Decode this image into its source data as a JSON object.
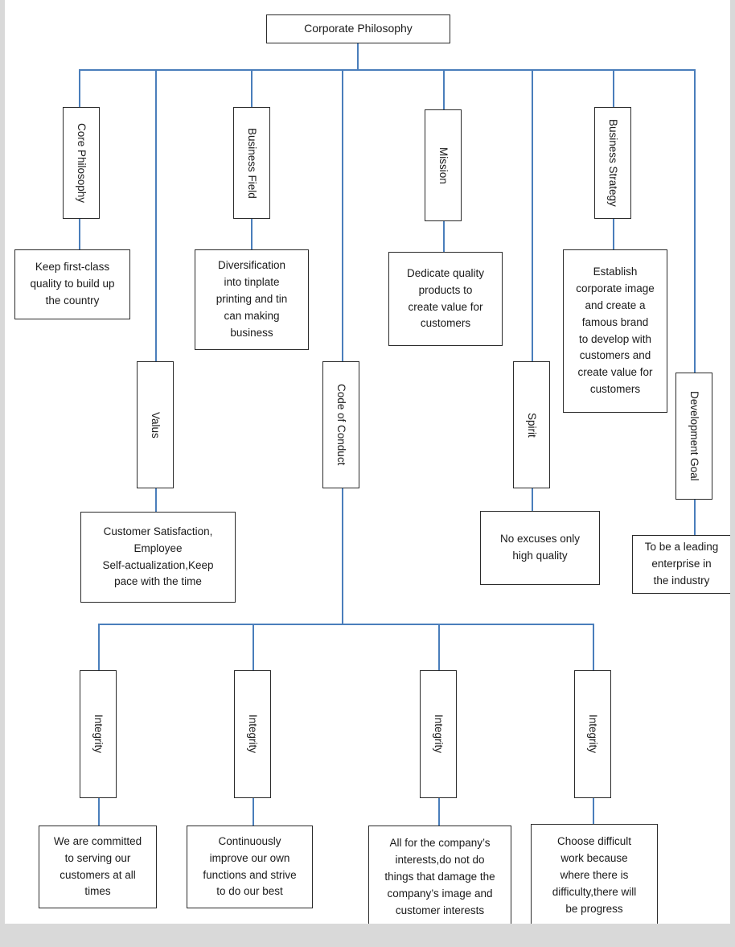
{
  "diagram": {
    "title": "Corporate Philosophy",
    "type": "organizational-hierarchy-chart",
    "line_color": "#4a7ebb",
    "box_border_color": "#2b2b2b",
    "page_background": "#ffffff",
    "root": {
      "label": "Corporate Philosophy"
    },
    "branches": [
      {
        "key": "core_philosophy",
        "label": "Core Philosophy",
        "orientation": "vertical",
        "detail": "Keep first-class\nquality to build up\nthe country"
      },
      {
        "key": "valus",
        "label": "Valus",
        "orientation": "vertical",
        "detail": "Customer Satisfaction,\nEmployee\nSelf-actualization,Keep\npace with the time"
      },
      {
        "key": "business_field",
        "label": "Business Field",
        "orientation": "vertical",
        "detail": "Diversification\ninto tinplate\nprinting and tin\ncan making\nbusiness"
      },
      {
        "key": "code_of_conduct",
        "label": "Code of Conduct",
        "orientation": "vertical",
        "detail": null
      },
      {
        "key": "mission",
        "label": "Mission",
        "orientation": "vertical",
        "detail": "Dedicate quality\nproducts to\ncreate value for\ncustomers"
      },
      {
        "key": "spirit",
        "label": "Spirit",
        "orientation": "vertical",
        "detail": "No excuses only\nhigh quality"
      },
      {
        "key": "business_strategy",
        "label": "Business Strategy",
        "orientation": "vertical",
        "detail": "Establish\ncorporate image\nand create a\nfamous brand\nto develop with\ncustomers and\ncreate value for\ncustomers"
      },
      {
        "key": "development_goal",
        "label": "Development Goal",
        "orientation": "vertical",
        "detail": "To be a leading\nenterprise in\nthe industry"
      }
    ],
    "code_of_conduct_children": [
      {
        "key": "integrity_1",
        "label": "Integrity",
        "orientation": "vertical",
        "detail": "We are committed\nto serving our\ncustomers at all\ntimes"
      },
      {
        "key": "integrity_2",
        "label": "Integrity",
        "orientation": "vertical",
        "detail": "Continuously\nimprove our own\nfunctions and strive\nto do our best"
      },
      {
        "key": "integrity_3",
        "label": "Integrity",
        "orientation": "vertical",
        "detail": "All for the company’s\ninterests,do not do\nthings that damage the\ncompany’s image and\ncustomer interests"
      },
      {
        "key": "integrity_4",
        "label": "Integrity",
        "orientation": "vertical",
        "detail": "Choose difficult\nwork because\nwhere there is\ndifficulty,there will\nbe progress"
      }
    ]
  }
}
